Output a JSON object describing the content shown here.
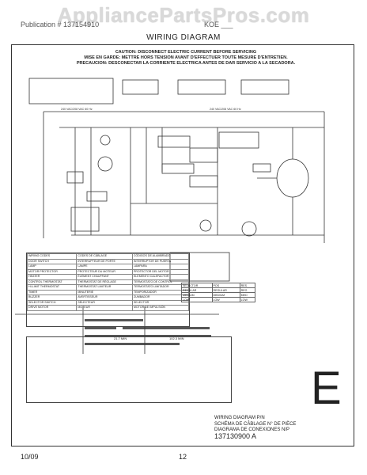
{
  "watermark": "AppliancePartsPros.com",
  "header": {
    "left": "Publication # 137154910",
    "right": "KOE ___"
  },
  "title": "WIRING DIAGRAM",
  "caution": {
    "line1": "CAUTION: DISCONNECT ELECTRIC CURRENT BEFORE SERVICING",
    "line2": "MISE EN GARDE: METTRE HORS TENSION AVANT D'EFFECTUER TOUTE MESURE D'ENTRETIEN.",
    "line3": "PRECAUCION: DESCONECTAR LA CORRIENTE ELECTRICA ANTES DE DAR SERVICIO A LA SECADORA."
  },
  "power_labels": {
    "left": "240 VAC/208 VAC 60 Hz",
    "right": "240 VAC/208 VAC 60 Hz"
  },
  "legend_title": [
    "WIRING CODES",
    "CODES DE CÂBLAGE",
    "CÓDIGOS DE ALAMBRADO"
  ],
  "legend_rows": [
    [
      "DOOR SWITCH",
      "INTERRUPTEUR DE PORTE",
      "INTERRUPTOR DE PUERTA"
    ],
    [
      "LAMP",
      "LAMPE",
      "LÁMPARA"
    ],
    [
      "MOTOR PROTECTOR",
      "PROTECTEUR DU MOTEUR",
      "PROTECTOR DEL MOTOR"
    ],
    [
      "HEATER",
      "ÉLÉMENT CHAUFFANT",
      "ELEMENTO CALEFACTOR"
    ],
    [
      "CONTROL THERMOSTAT",
      "THERMOSTAT DE RÉGLAGE",
      "TERMOSTATO DE CONTROL"
    ],
    [
      "HI-LIMIT THERMOSTAT",
      "THERMOSTAT LIMITEUR",
      "TERMOSTATO LIMITADOR"
    ],
    [
      "TIMER",
      "MINUTERIE",
      "TEMPORIZADOR"
    ],
    [
      "BUZZER",
      "AVERTISSEUR",
      "ZUMBADOR"
    ],
    [
      "SELECTOR SWITCH",
      "SÉLECTEUR",
      "SELECTOR"
    ],
    [
      "DRIVE MOTOR",
      "MOTEUR",
      "MOTOR DE IMPULSIÓN"
    ]
  ],
  "selector_table": {
    "headers": [
      "SELECTOR",
      "POS",
      "RES"
    ],
    "rows": [
      [
        "REGULAR",
        "REGULAR",
        "REG"
      ],
      [
        "MEDIUM",
        "MEDIUM",
        "MED"
      ],
      [
        "LOW",
        "LOW",
        "LOW"
      ]
    ]
  },
  "timer_chart": {
    "left_label": "21.7 MIN",
    "right_label": "102.3 MIN"
  },
  "big_letter": "E",
  "diagram_pn": {
    "line1": "WIRING DIAGRAM P/N",
    "line2": "SCHÉMA DE CÂBLAGE N° DE PIÈCE",
    "line3": "DIAGRAMA DE CONEXIONES N/P",
    "number": "137130900 A"
  },
  "footer": {
    "date": "10/09",
    "page": "12"
  }
}
